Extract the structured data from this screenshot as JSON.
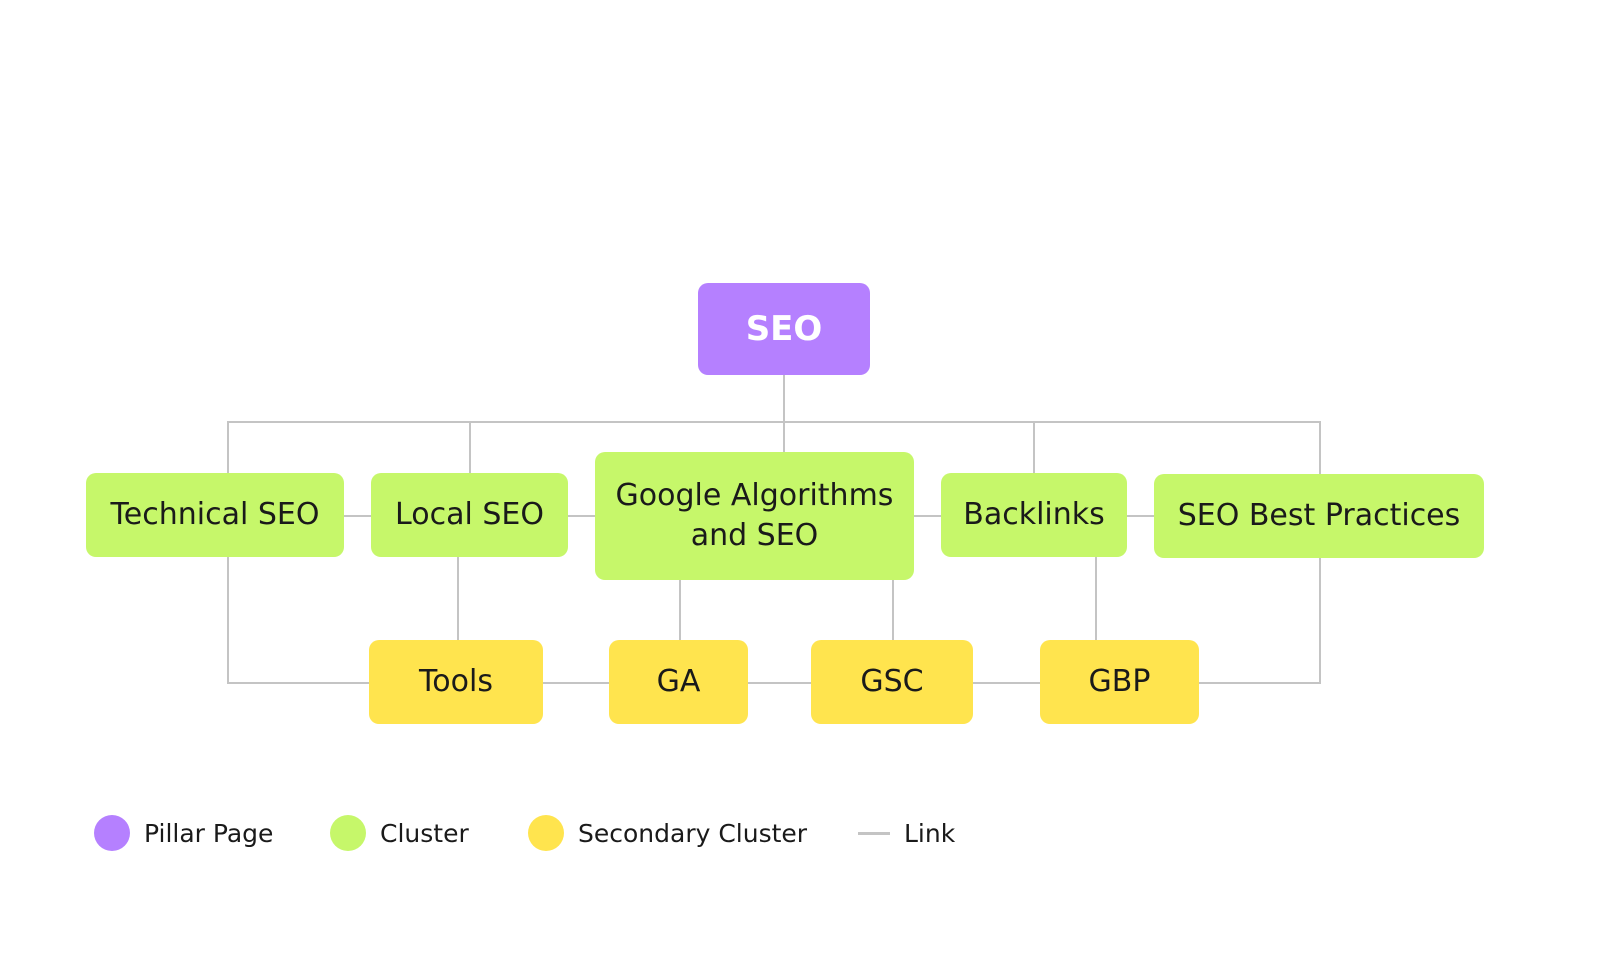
{
  "colors": {
    "pillar": "#b580ff",
    "cluster": "#c6f76a",
    "secondary": "#ffe44e",
    "link": "#c4c4c4",
    "text": "#1a1a1a",
    "pillar_text": "#ffffff"
  },
  "diagram": {
    "pillar": {
      "id": "seo",
      "label": "SEO",
      "type": "pillar"
    },
    "clusters": [
      {
        "id": "technical-seo",
        "label": "Technical SEO",
        "type": "cluster"
      },
      {
        "id": "local-seo",
        "label": "Local SEO",
        "type": "cluster"
      },
      {
        "id": "google-algorithms",
        "label": "Google Algorithms\nand SEO",
        "type": "cluster"
      },
      {
        "id": "backlinks",
        "label": "Backlinks",
        "type": "cluster"
      },
      {
        "id": "seo-best-practices",
        "label": "SEO Best Practices",
        "type": "cluster"
      }
    ],
    "secondary_clusters": [
      {
        "id": "tools",
        "label": "Tools",
        "type": "secondary"
      },
      {
        "id": "ga",
        "label": "GA",
        "type": "secondary"
      },
      {
        "id": "gsc",
        "label": "GSC",
        "type": "secondary"
      },
      {
        "id": "gbp",
        "label": "GBP",
        "type": "secondary"
      }
    ],
    "links": [
      [
        "seo",
        "technical-seo"
      ],
      [
        "seo",
        "local-seo"
      ],
      [
        "seo",
        "google-algorithms"
      ],
      [
        "seo",
        "backlinks"
      ],
      [
        "seo",
        "seo-best-practices"
      ],
      [
        "technical-seo",
        "local-seo"
      ],
      [
        "local-seo",
        "google-algorithms"
      ],
      [
        "google-algorithms",
        "backlinks"
      ],
      [
        "backlinks",
        "seo-best-practices"
      ],
      [
        "local-seo",
        "tools"
      ],
      [
        "google-algorithms",
        "ga"
      ],
      [
        "google-algorithms",
        "gsc"
      ],
      [
        "backlinks",
        "gbp"
      ],
      [
        "technical-seo",
        "tools"
      ],
      [
        "tools",
        "ga"
      ],
      [
        "ga",
        "gsc"
      ],
      [
        "gsc",
        "gbp"
      ],
      [
        "gbp",
        "seo-best-practices"
      ]
    ]
  },
  "legend": {
    "items": [
      {
        "label": "Pillar Page",
        "kind": "dot",
        "color": "#b580ff"
      },
      {
        "label": "Cluster",
        "kind": "dot",
        "color": "#c6f76a"
      },
      {
        "label": "Secondary Cluster",
        "kind": "dot",
        "color": "#ffe44e"
      },
      {
        "label": "Link",
        "kind": "line",
        "color": "#c4c4c4"
      }
    ]
  }
}
